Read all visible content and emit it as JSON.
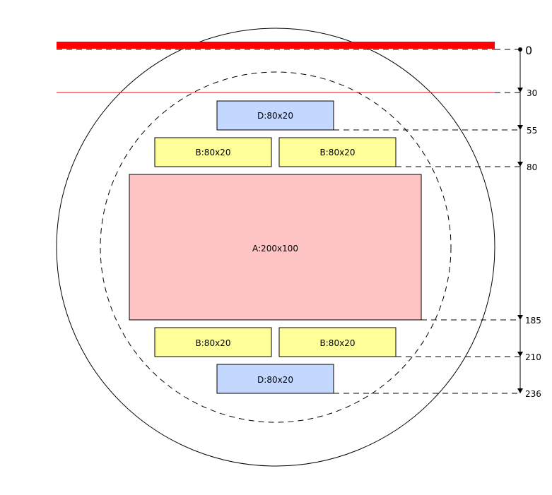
{
  "colors": {
    "a_fill": "#ffc4c4",
    "b_fill": "#ffff99",
    "d_fill": "#c4d8ff",
    "red_line": "#ff0000",
    "stroke": "#000000"
  },
  "boxes": {
    "d_top": "D:80x20",
    "b_top_left": "B:80x20",
    "b_top_right": "B:80x20",
    "a_center": "A:200x100",
    "b_bottom_left": "B:80x20",
    "b_bottom_right": "B:80x20",
    "d_bottom": "D:80x20"
  },
  "ruler": {
    "values": [
      "0",
      "30",
      "55",
      "80",
      "185",
      "210",
      "236"
    ]
  }
}
